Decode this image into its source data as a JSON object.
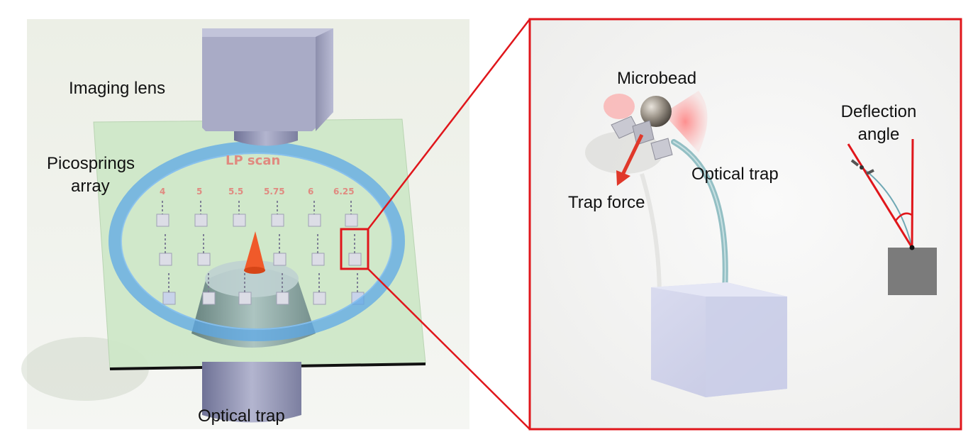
{
  "colors": {
    "zoom_frame": "#e0161b",
    "plate": "#cfe8c9",
    "ring": "#5ea8e6",
    "lens": "#a9abc6",
    "cone": "#f05a2a",
    "laser": "#ff8a8a",
    "fiber": "#93bfc4",
    "label_pink": "#e08a80"
  },
  "overview": {
    "label_imaging_lens": "Imaging lens",
    "label_picosprings": "Picosprings array",
    "label_picosprings_line1": "Picosprings",
    "label_picosprings_line2": "array",
    "label_scan": "LP scan",
    "column_labels": [
      "4",
      "5",
      "5.5",
      "5.75",
      "6",
      "6.25"
    ],
    "label_optical_trap": "Optical trap"
  },
  "zoom": {
    "label_microbead": "Microbead",
    "label_optical_trap": "Optical trap",
    "label_trap_force": "Trap force",
    "label_deflection_line1": "Deflection",
    "label_deflection_line2": "angle"
  }
}
